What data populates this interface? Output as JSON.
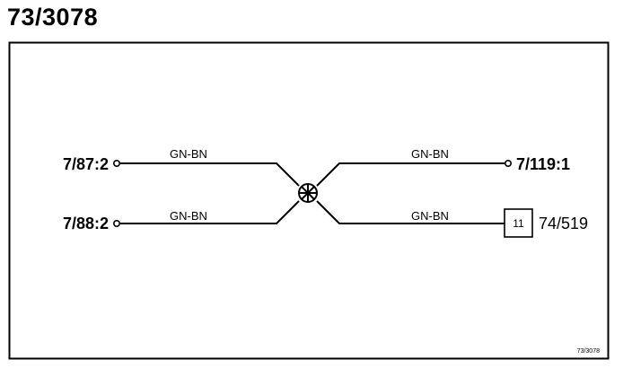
{
  "title": "73/3078",
  "connectors": {
    "left_top": "7/87:2",
    "left_bottom": "7/88:2",
    "right_top": "7/119:1",
    "right_bottom": "74/519"
  },
  "wires": {
    "left_top": "GN-BN",
    "left_bottom": "GN-BN",
    "right_top": "GN-BN",
    "right_bottom": "GN-BN"
  },
  "pin_box": "11",
  "footer_ref": "73/3078",
  "colors": {
    "line": "#000000",
    "background": "#ffffff"
  },
  "icons": {
    "splice": "splice-junction-icon",
    "terminal": "terminal-circle-icon"
  }
}
